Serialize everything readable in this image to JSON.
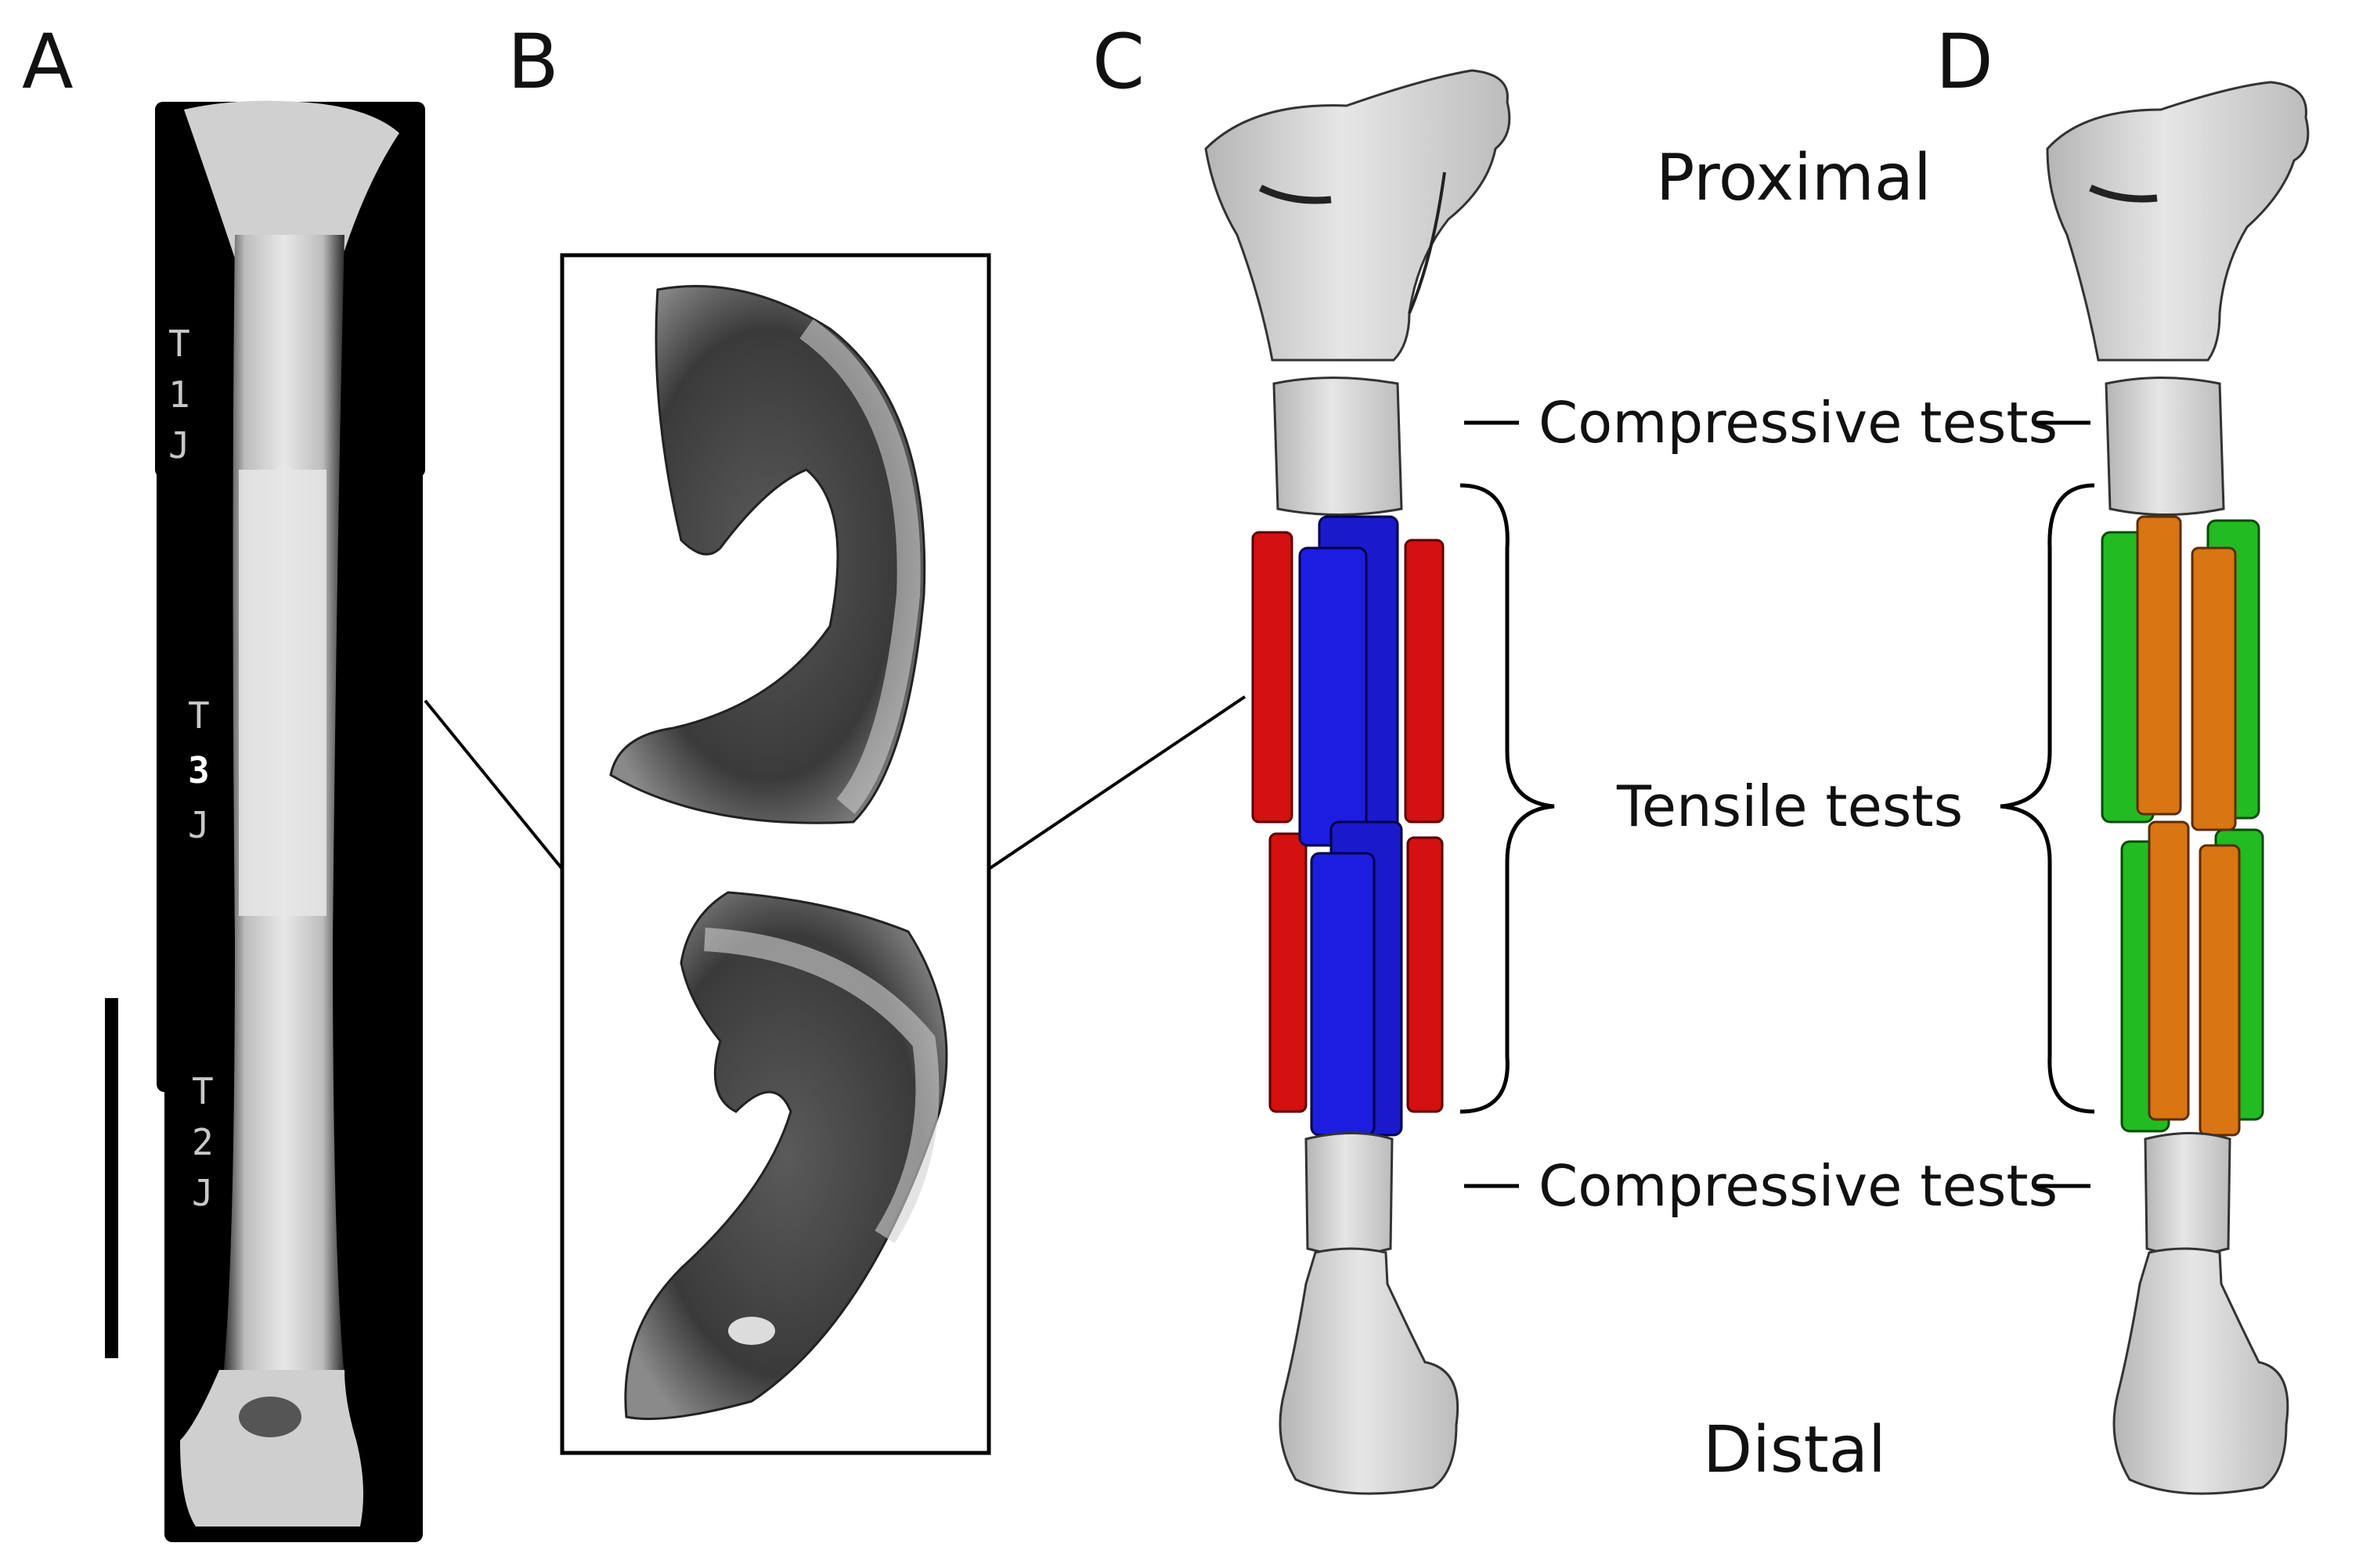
{
  "panels": {
    "a": "A",
    "b": "B",
    "c": "C",
    "d": "D"
  },
  "xray_labels": {
    "seg1": [
      "T",
      "1",
      "J"
    ],
    "seg3": [
      "T",
      "3",
      "J"
    ],
    "seg2": [
      "T",
      "2",
      "J"
    ]
  },
  "annotations": {
    "proximal": "Proximal",
    "distal": "Distal",
    "compressive_top": "Compressive tests",
    "compressive_bottom": "Compressive tests",
    "tensile": "Tensile tests"
  },
  "colors": {
    "bone": "#d9d9d9",
    "bone_edge": "#444444",
    "red_specimens": "#d41010",
    "blue_specimens": "#1a1acc",
    "green_specimens": "#22bb22",
    "orange_specimens": "#d97512",
    "xray_background": "#000000"
  }
}
